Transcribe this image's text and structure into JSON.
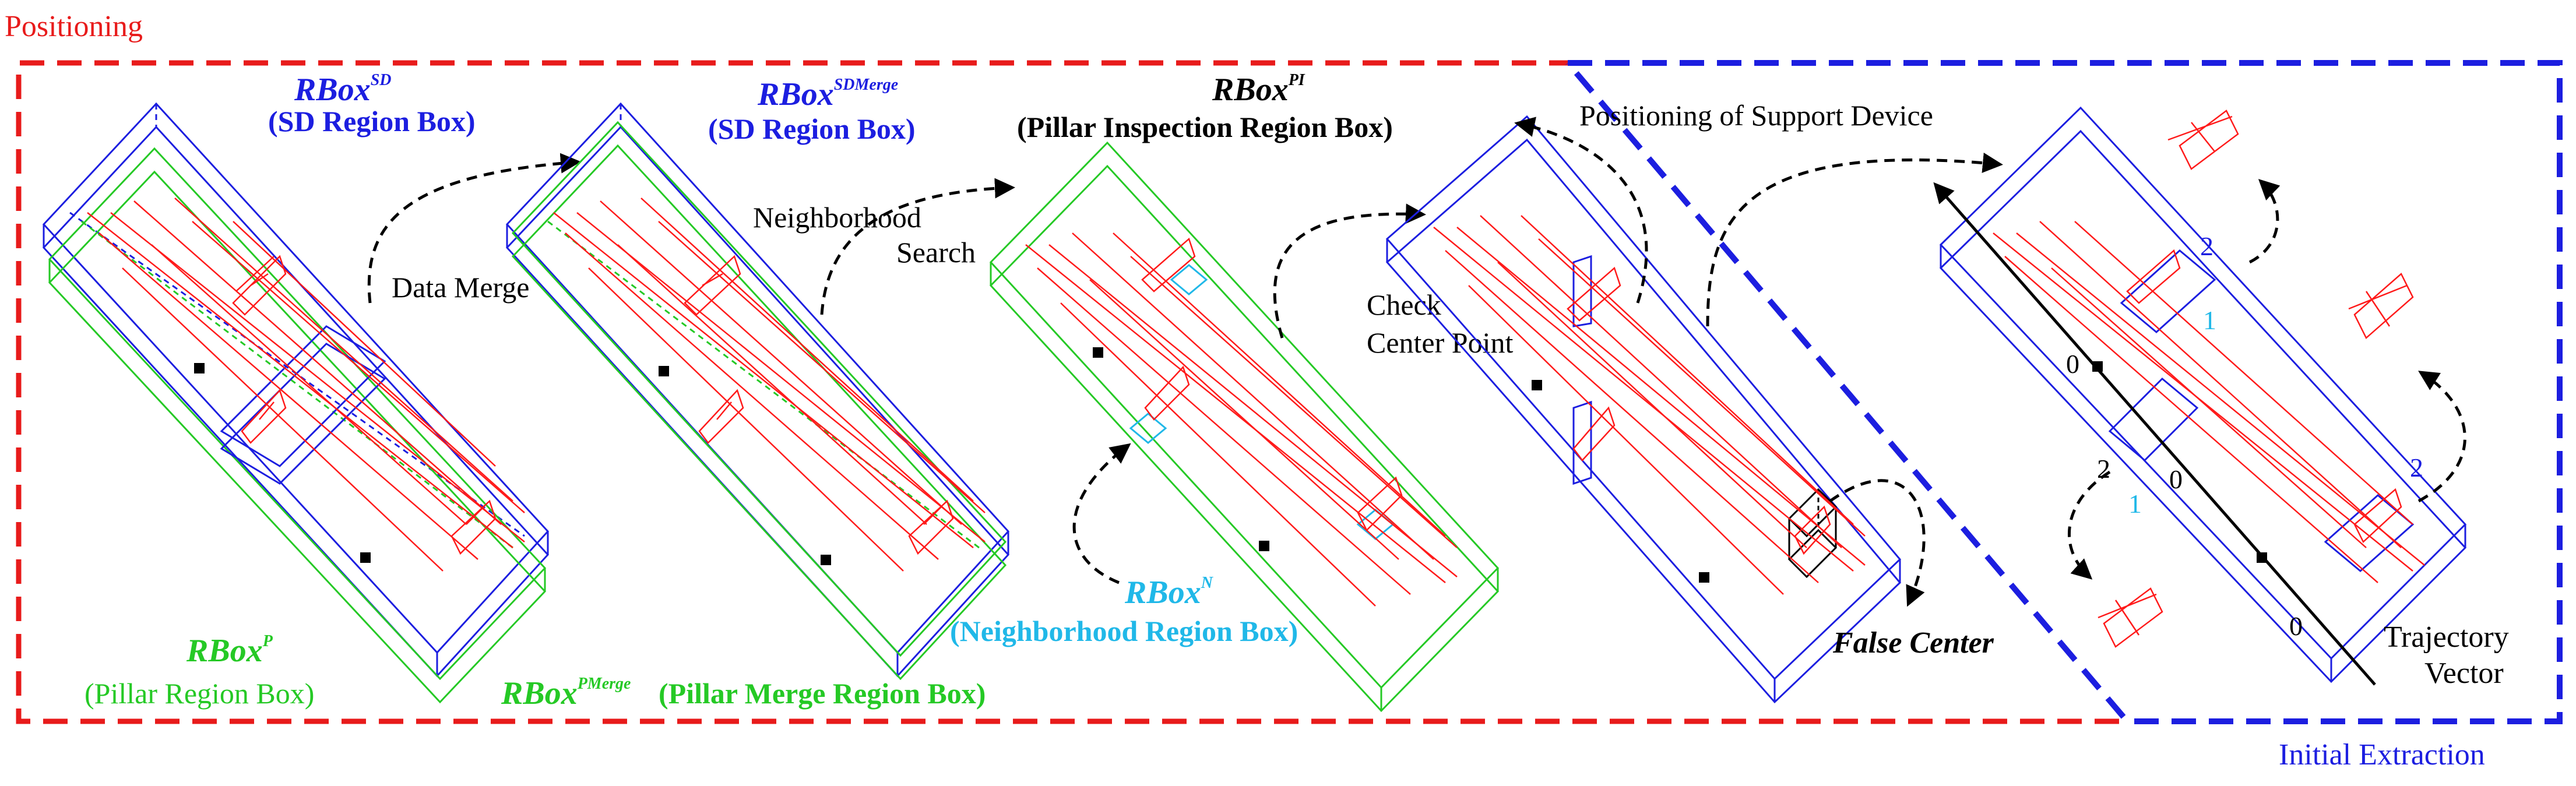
{
  "sections": {
    "positioning": "Positioning",
    "initial_extraction": "Initial Extraction"
  },
  "stage1": {
    "sd_box_main": "RBox",
    "sd_box_sup": "SD",
    "sd_box_desc": "(SD Region Box)",
    "p_box_main": "RBox",
    "p_box_sup": "P",
    "p_box_desc": "(Pillar Region Box)"
  },
  "stage2": {
    "sdm_box_main": "RBox",
    "sdm_box_sup": "SDMerge",
    "sdm_box_desc": "(SD Region Box)",
    "pm_box_main": "RBox",
    "pm_box_sup": "PMerge",
    "pm_box_desc": "(Pillar Merge Region Box)"
  },
  "stage3": {
    "pi_box_main": "RBox",
    "pi_box_sup": "PI",
    "pi_box_desc": "(Pillar Inspection Region Box)",
    "n_box_main": "RBox",
    "n_box_sup": "N",
    "n_box_desc": "(Neighborhood Region Box)"
  },
  "steps": {
    "data_merge": "Data Merge",
    "neighborhood_line1": "Neighborhood",
    "neighborhood_line2": "Search",
    "check_line1": "Check",
    "check_line2": "Center Point",
    "false_center": "False Center",
    "positioning_support": "Positioning of Support Device",
    "trajectory_line1": "Trajectory",
    "trajectory_line2": "Vector"
  },
  "markers": {
    "top_two": "2",
    "top_one": "1",
    "top_zero": "0",
    "mid_two": "2",
    "mid_zero": "0",
    "mid_one": "1",
    "bot_two": "2",
    "bot_zero": "0"
  },
  "colors": {
    "positioning": "#e81b1b",
    "extraction": "#1c1ee0",
    "sd": "#1c1ee0",
    "pillar": "#25c925",
    "neighborhood": "#20b8e8",
    "points": "#ff1a1a"
  }
}
